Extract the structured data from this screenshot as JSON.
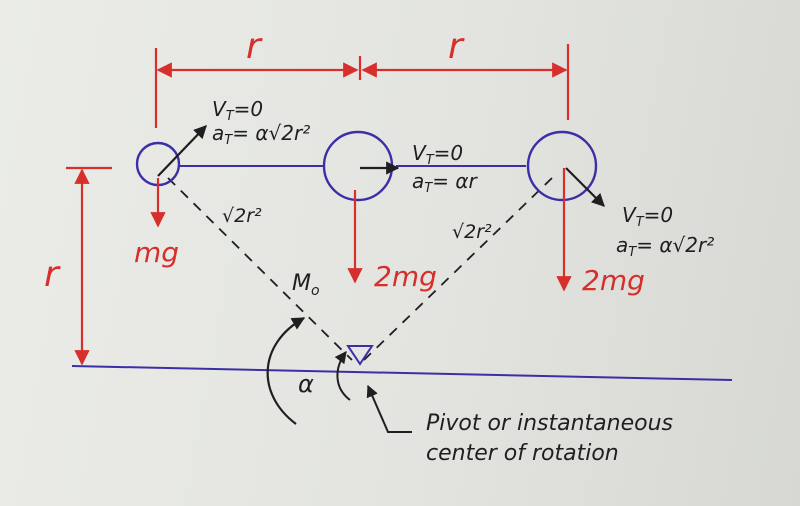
{
  "diagram": {
    "dim_r_top_left": "r",
    "dim_r_top_right": "r",
    "dim_r_left": "r",
    "left_mass": {
      "vt": "V",
      "vt_sub": "T",
      "vt_eq": "=0",
      "at": "a",
      "at_sub": "T",
      "at_eq": "= α√2r²",
      "force": "mg"
    },
    "middle_mass": {
      "vt": "V",
      "vt_sub": "T",
      "vt_eq": "=0",
      "at": "a",
      "at_sub": "T",
      "at_eq": "= αr",
      "force": "2mg"
    },
    "right_mass": {
      "vt": "V",
      "vt_sub": "T",
      "vt_eq": "=0",
      "at": "a",
      "at_sub": "T",
      "at_eq": "= α√2r²",
      "force": "2mg"
    },
    "dist_left": "√2r²",
    "dist_right": "√2r²",
    "moment_label": "M",
    "moment_sub": "o",
    "alpha_label": "α",
    "pivot_caption": [
      "Pivot or instantaneous",
      "center of rotation"
    ]
  },
  "colors": {
    "blue_ink": "#3a2fa6",
    "red_ink": "#d62f2c",
    "black_ink": "#1f1f22"
  }
}
